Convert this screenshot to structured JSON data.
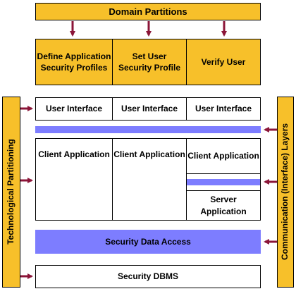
{
  "domain_partitions": {
    "title": "Domain Partitions",
    "items": [
      {
        "line1": "Define Application",
        "line2": "Security Profiles"
      },
      {
        "line1": "Set User",
        "line2": "Security Profile"
      },
      {
        "line1": "Verify User",
        "line2": ""
      }
    ]
  },
  "user_interface": [
    "User Interface",
    "User Interface",
    "User Interface"
  ],
  "applications": {
    "client_1": "Client Application",
    "client_2": "Client Application",
    "client_3": "Client Application",
    "server": "Server Application"
  },
  "security_data_access": "Security Data Access",
  "security_dbms": "Security DBMS",
  "side_labels": {
    "left": "Technological Partitioning",
    "right": "Communication (Interface) Layers"
  },
  "colors": {
    "gold": "#f7c02a",
    "layer_blue": "#7d7dff",
    "arrow": "#8b1538"
  }
}
